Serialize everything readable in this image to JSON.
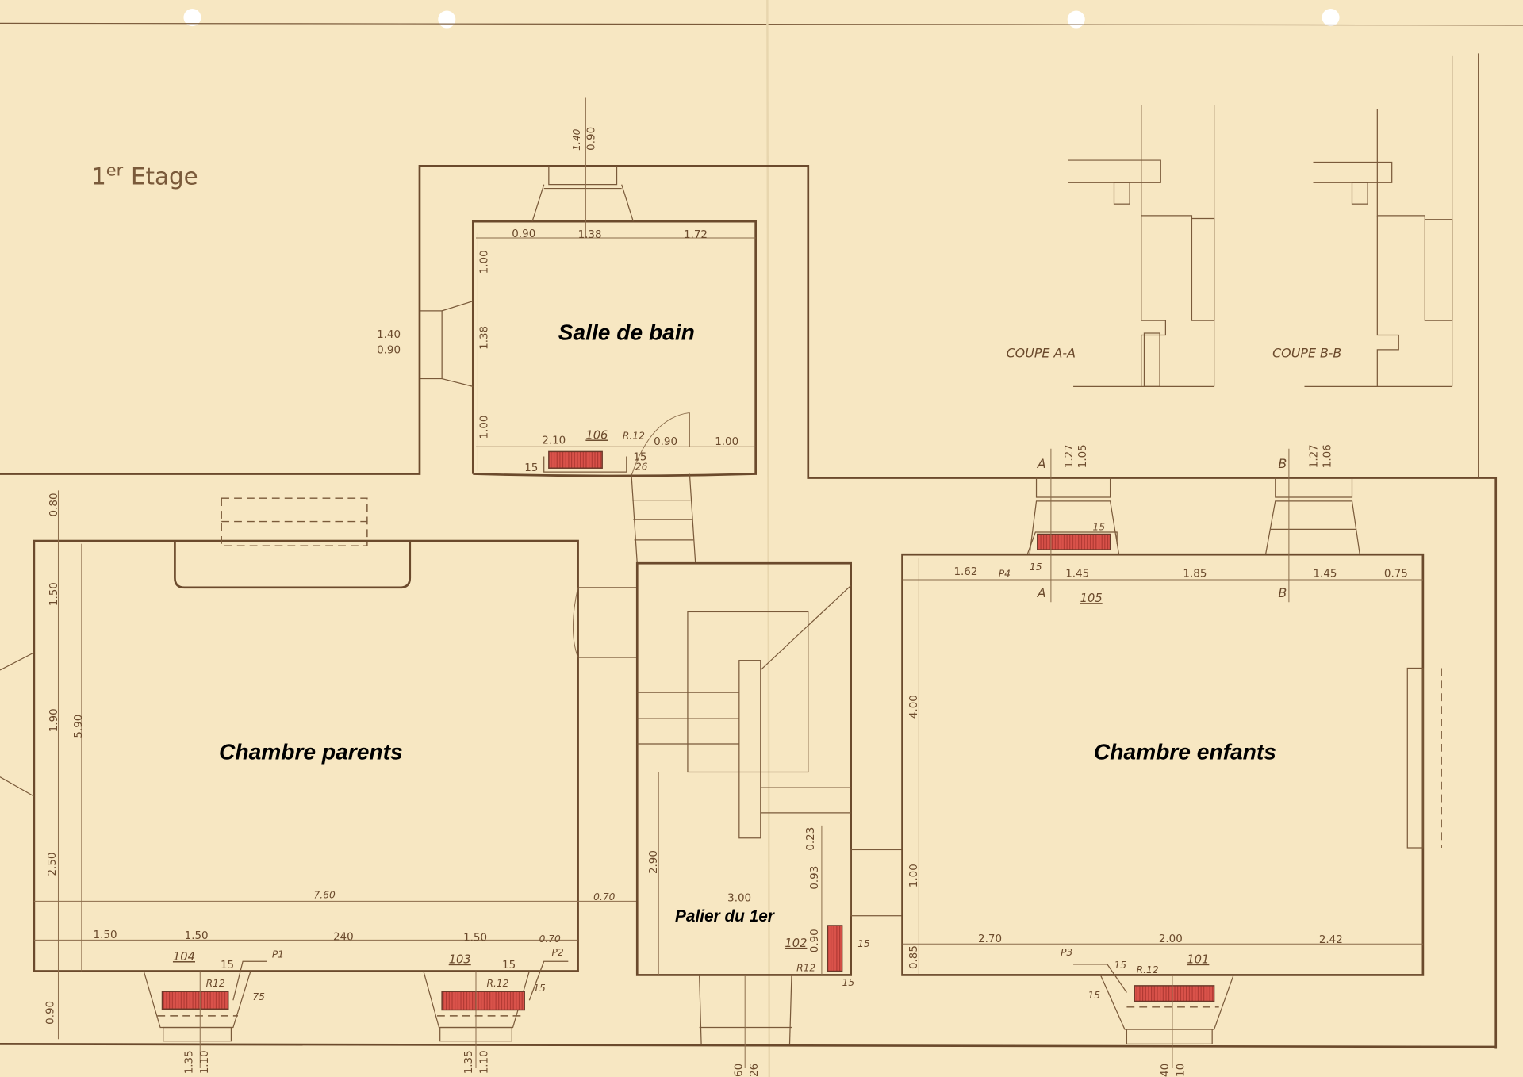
{
  "title": {
    "main": "1",
    "sup": "er",
    "rest": "Etage"
  },
  "rooms": {
    "bathroom": "Salle de bain",
    "parents": "Chambre parents",
    "children": "Chambre enfants",
    "landing": "Palier du 1er"
  },
  "sections": {
    "a": "COUPE A-A",
    "b": "COUPE B-B",
    "a_mark": "A",
    "b_mark": "B"
  },
  "room_numbers": {
    "r101": "101",
    "r102": "102",
    "r103": "103",
    "r104": "104",
    "r105": "105",
    "r106": "106"
  },
  "bathroom_dims": [
    "1.40",
    "0.90",
    "0.90",
    "1.38",
    "1.72",
    "1.00",
    "1.38",
    "1.00",
    "1.40",
    "0.90",
    "2.10",
    "R.12",
    "0.90",
    "1.00",
    "15",
    "26",
    "15"
  ],
  "children_top_dims": [
    "1.27",
    "1.05",
    "1.27",
    "1.06",
    "1.62",
    "P4",
    "15",
    "1.45",
    "1.85",
    "1.45",
    "0.75",
    "15"
  ],
  "parents_dims": [
    "0.80",
    "1.50",
    "1.90",
    "5.90",
    "2.50",
    "7.60",
    "0.70",
    "1.50",
    "1.50",
    "240",
    "1.50",
    "0.70",
    "P1",
    "15",
    "R12",
    "75",
    "P2",
    "15",
    "R.12",
    "15",
    "0.90",
    "1.35",
    "1.10",
    "1.35",
    "1.10"
  ],
  "landing_dims": [
    "2.90",
    "3.00",
    "0.23",
    "0.93",
    "1.00",
    "0.90",
    "15",
    "R12",
    "15",
    "60",
    "26"
  ],
  "children_bottom_dims": [
    "2.70",
    "2.00",
    "2.42",
    "0.85",
    "P3",
    "15",
    "R.12",
    "15",
    "4.00",
    "40",
    "10"
  ],
  "colors": {
    "paper": "#f7e7c2",
    "ink": "#6b4a2c",
    "radiator": "#d9524a"
  }
}
